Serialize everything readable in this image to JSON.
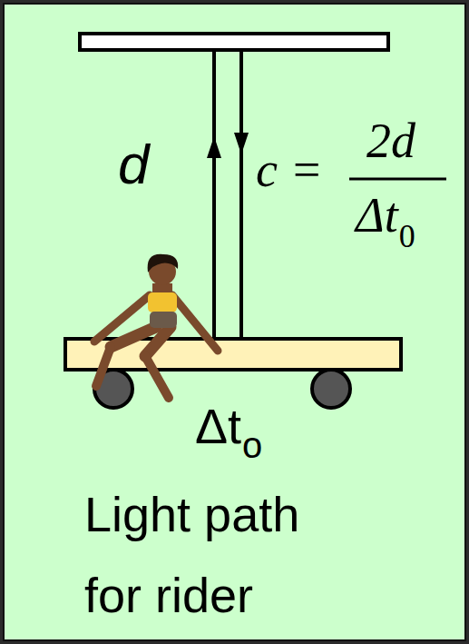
{
  "diagram": {
    "labels": [
      "d",
      "c =",
      "2d",
      "Δt",
      "0",
      "Δt",
      "o",
      "Light path for rider"
    ]
  }
}
